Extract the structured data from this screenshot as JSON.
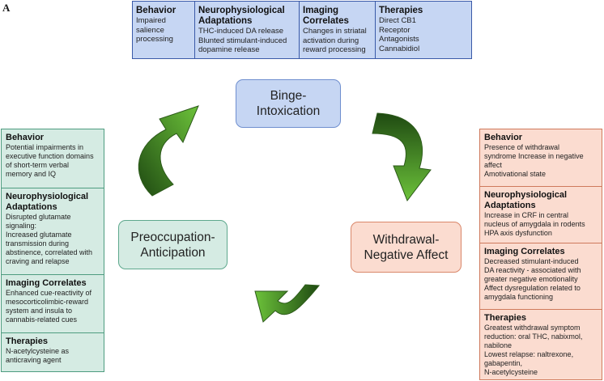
{
  "panel_label": "A",
  "top": {
    "columns": [
      {
        "heading": "Behavior",
        "body": "Impaired\nsalience\nprocessing"
      },
      {
        "heading": "Neurophysiological\nAdaptations",
        "body": "THC-induced DA release\nBlunted stimulant-induced\ndopamine release"
      },
      {
        "heading": "Imaging\nCorrelates",
        "body": "Changes in striatal\nactivation during\nreward processing"
      },
      {
        "heading": "Therapies",
        "body": "Direct CB1\nReceptor\nAntagonists\nCannabidiol"
      }
    ]
  },
  "stages": {
    "binge": "Binge-\nIntoxication",
    "preoccupation": "Preoccupation-\nAnticipation",
    "withdrawal": "Withdrawal-\nNegative Affect"
  },
  "left": {
    "sections": [
      {
        "heading": "Behavior",
        "body": "Potential impairments in\nexecutive function domains\nof short-term verbal\nmemory and IQ"
      },
      {
        "heading": "Neurophysiological\nAdaptations",
        "body": "Disrupted glutamate\nsignaling:\nIncreased glutamate\ntransmission during\nabstinence, correlated with\ncraving and relapse"
      },
      {
        "heading": "Imaging Correlates",
        "body": "Enhanced cue-reactivity of\nmesocorticolimbic-reward\nsystem and insula to\ncannabis-related cues"
      },
      {
        "heading": "Therapies",
        "body": "N-acetylcysteine as\nanticraving agent"
      }
    ]
  },
  "right": {
    "sections": [
      {
        "heading": "Behavior",
        "body": "Presence of withdrawal\nsyndrome Increase in negative\naffect\nAmotivational state"
      },
      {
        "heading": "Neurophysiological\nAdaptations",
        "body": "Increase in CRF in central\nnucleus of amygdala in rodents\nHPA axis dysfunction"
      },
      {
        "heading": "Imaging Correlates",
        "body": "Decreased stimulant-induced\nDA reactivity - associated with\ngreater negative emotionality\nAffect dysregulation related to\namygdala functioning"
      },
      {
        "heading": "Therapies",
        "body": "Greatest withdrawal symptom\nreduction: oral THC, nabixmol,\nnabilone\nLowest relapse: naltrexone,\ngabapentin,\nN-acetylcysteine"
      }
    ]
  },
  "colors": {
    "arrow_light": "#6cc23a",
    "arrow_dark": "#1f4a12"
  }
}
